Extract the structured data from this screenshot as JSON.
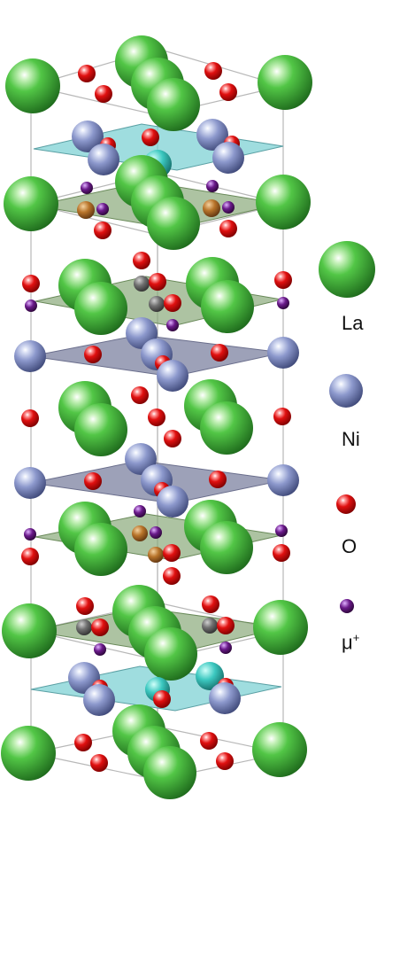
{
  "legend": {
    "la": {
      "label": "La"
    },
    "ni": {
      "label": "Ni"
    },
    "o": {
      "label": "O"
    },
    "mu": {
      "label": "μ",
      "sup": "+"
    }
  },
  "colors": {
    "la": "#46bf3c",
    "ni": "#8a96c8",
    "o": "#e01010",
    "mu": "#6a1a8a",
    "gray_atom": "#6e6e6e",
    "orange_atom": "#b8742a",
    "teal_atom": "#3cc8c0",
    "plane_teal": "#7fd2d4",
    "plane_green": "#8aa97a",
    "plane_slate": "#8c90ac",
    "cell_line": "#b8b8b8"
  }
}
